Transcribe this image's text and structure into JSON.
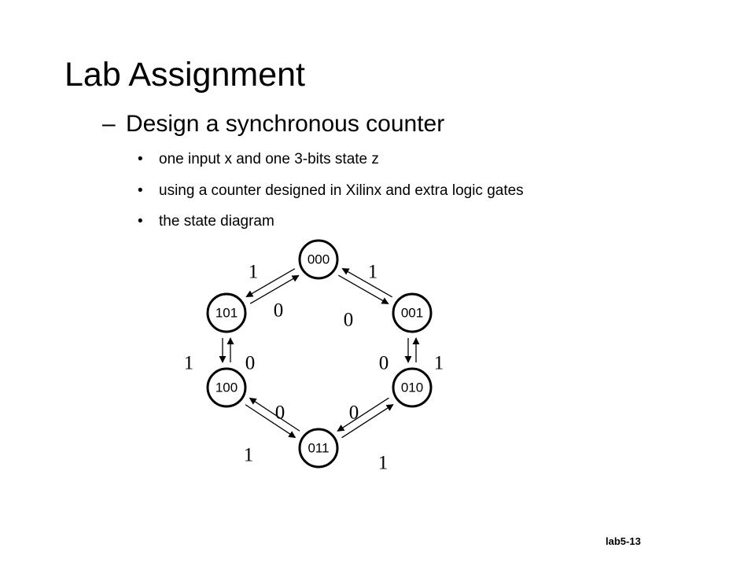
{
  "title": "Lab Assignment",
  "subtitle": "Design a synchronous counter",
  "subtitle_dash": "–",
  "bullet_char": "•",
  "bullets": [
    "one input x and one 3-bits state z",
    "using a counter designed in Xilinx and extra logic gates",
    "the state diagram"
  ],
  "footer": "lab5-13",
  "diagram": {
    "states": [
      "000",
      "001",
      "010",
      "011",
      "100",
      "101"
    ],
    "transitions": [
      {
        "from": "000",
        "to": "001",
        "input": "1"
      },
      {
        "from": "001",
        "to": "000",
        "input": "0"
      },
      {
        "from": "001",
        "to": "010",
        "input": "1"
      },
      {
        "from": "010",
        "to": "001",
        "input": "0"
      },
      {
        "from": "010",
        "to": "011",
        "input": "1"
      },
      {
        "from": "011",
        "to": "010",
        "input": "0"
      },
      {
        "from": "011",
        "to": "100",
        "input": "1"
      },
      {
        "from": "100",
        "to": "011",
        "input": "0"
      },
      {
        "from": "100",
        "to": "101",
        "input": "1"
      },
      {
        "from": "101",
        "to": "100",
        "input": "0"
      },
      {
        "from": "101",
        "to": "000",
        "input": "1"
      },
      {
        "from": "000",
        "to": "101",
        "input": "0"
      }
    ]
  }
}
